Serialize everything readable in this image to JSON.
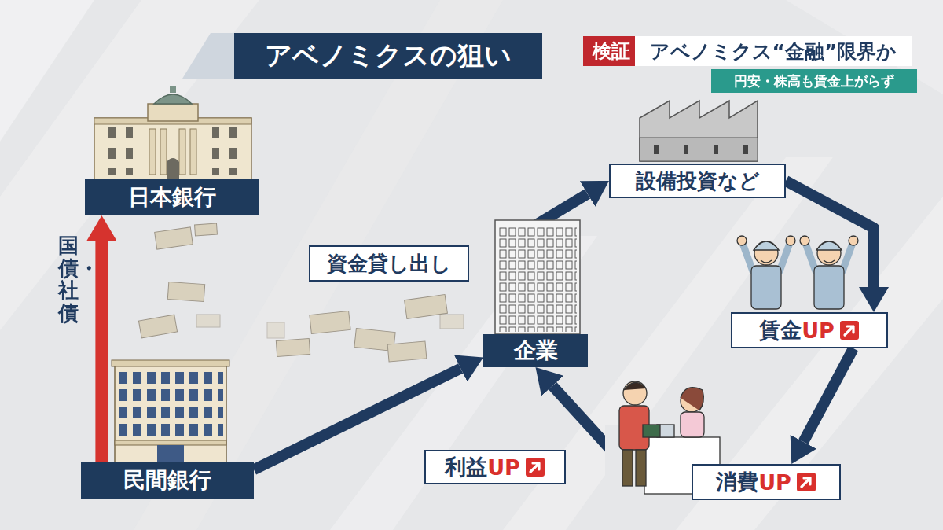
{
  "diagram": {
    "title": "アベノミクスの狙い",
    "nodes": [
      {
        "text": [
          "検証"
        ]
      },
      {
        "text": [
          "アベノミクス“金融”限界か"
        ]
      },
      {
        "text": [
          "円安・株高も賃金上がらず"
        ]
      },
      {
        "text": [
          "日本銀行"
        ]
      },
      {
        "text": [
          "資金貸し出し"
        ]
      },
      {
        "text": [
          "企業"
        ]
      },
      {
        "text": [
          "設備投資など"
        ]
      },
      {
        "text": [
          "賃金",
          "UP"
        ]
      },
      {
        "text": [
          "民間銀行"
        ]
      },
      {
        "text": [
          "利益",
          "UP"
        ]
      },
      {
        "text": [
          "消費",
          "UP"
        ]
      }
    ],
    "edges": [
      {
        "from": 8,
        "to": 3,
        "arrow": "to",
        "label": "国債・社債"
      },
      {
        "from": 8,
        "to": 5,
        "arrow": "to"
      },
      {
        "from": 5,
        "to": 6,
        "arrow": "to"
      },
      {
        "from": 6,
        "to": 7,
        "arrow": "to"
      },
      {
        "from": 7,
        "to": 10,
        "arrow": "to"
      },
      {
        "from": 10,
        "to": 5,
        "arrow": "to"
      }
    ]
  }
}
